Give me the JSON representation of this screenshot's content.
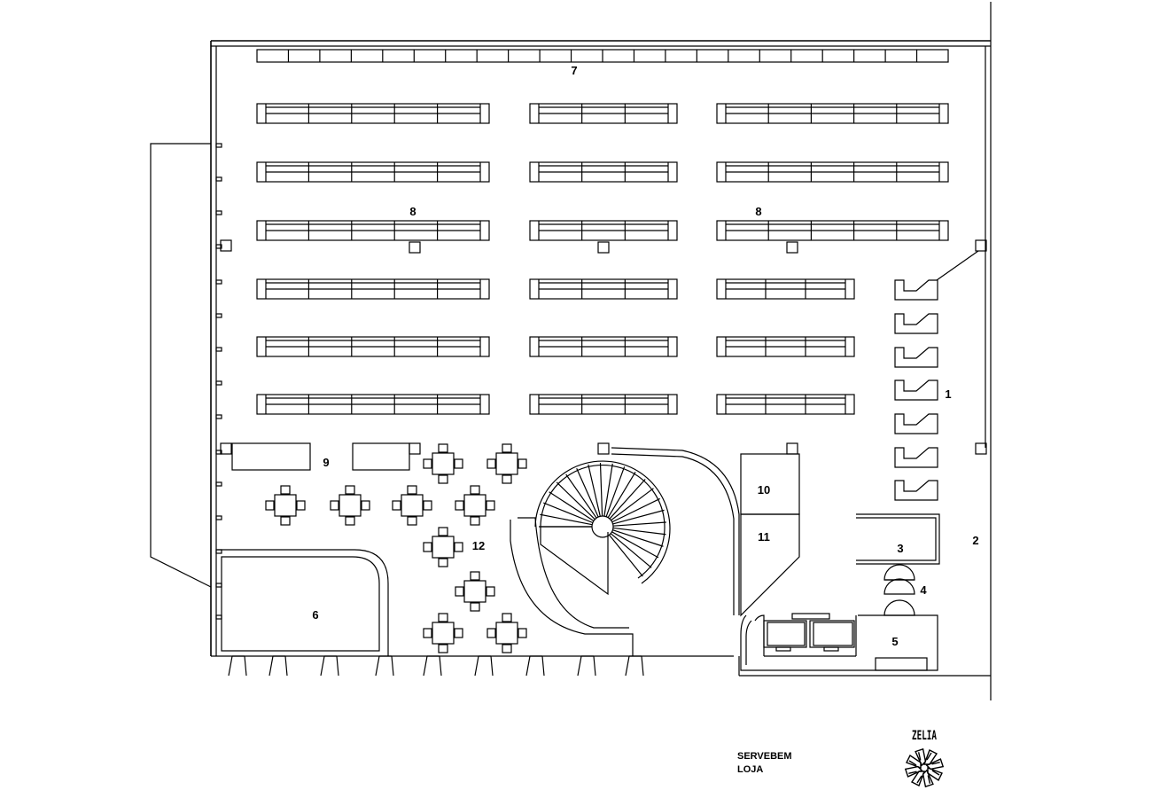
{
  "plan": {
    "labels": {
      "counter_checkout": "1",
      "entrance": "2",
      "desk": "3",
      "seats": "4",
      "office": "5",
      "bar_counter": "6",
      "wall_shelving": "7",
      "gondolas_left": "8",
      "gondolas_right": "8",
      "display_tables": "9",
      "room_10": "10",
      "room_11": "11",
      "cafe_tables": "12"
    },
    "title": {
      "line1": "SERVEBEM",
      "line2": "LOJA"
    },
    "logo": {
      "text": "ZELIA",
      "icon": "rosette-logo-icon"
    }
  }
}
